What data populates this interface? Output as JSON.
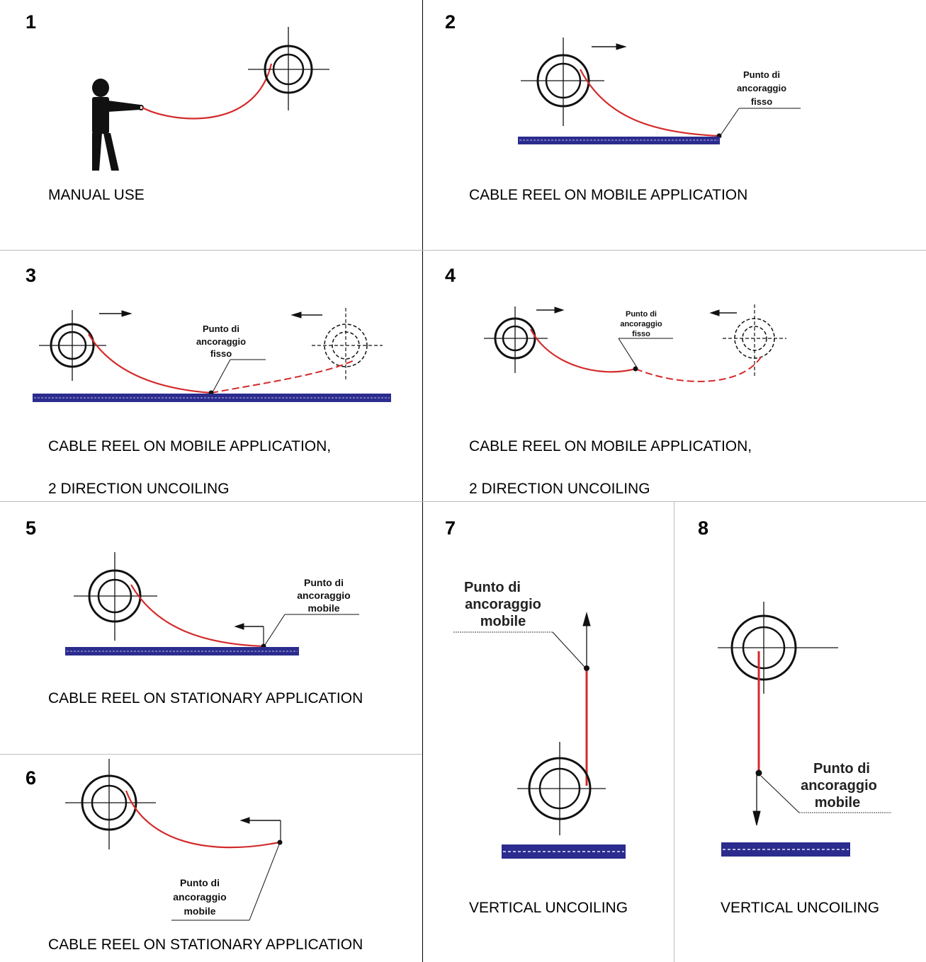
{
  "cells": [
    {
      "number": "1",
      "caption": "MANUAL USE"
    },
    {
      "number": "2",
      "caption": "CABLE REEL ON MOBILE APPLICATION",
      "anchor_label": [
        "Punto di",
        "ancoraggio",
        "fisso"
      ]
    },
    {
      "number": "3",
      "caption_line1": "CABLE REEL ON MOBILE APPLICATION,",
      "caption_line2": "2 DIRECTION UNCOILING",
      "anchor_label": [
        "Punto di",
        "ancoraggio",
        "fisso"
      ]
    },
    {
      "number": "4",
      "caption_line1": "CABLE REEL ON MOBILE APPLICATION,",
      "caption_line2": "2 DIRECTION UNCOILING",
      "anchor_label": [
        "Punto di",
        "ancoraggio",
        "fisso"
      ]
    },
    {
      "number": "5",
      "caption": "CABLE REEL ON STATIONARY APPLICATION",
      "anchor_label": [
        "Punto di",
        "ancoraggio",
        "mobile"
      ]
    },
    {
      "number": "6",
      "caption": "CABLE REEL ON STATIONARY APPLICATION",
      "anchor_label": [
        "Punto di",
        "ancoraggio",
        "mobile"
      ]
    },
    {
      "number": "7",
      "caption": "VERTICAL UNCOILING",
      "anchor_label": [
        "Punto di",
        "ancoraggio",
        "mobile"
      ]
    },
    {
      "number": "8",
      "caption": "VERTICAL UNCOILING",
      "anchor_label": [
        "Punto di",
        "ancoraggio",
        "mobile"
      ]
    }
  ],
  "colors": {
    "cable": "#d42a2a",
    "rail": "#2b2c8e",
    "grid_line": "#bdbdbd",
    "ink": "#111111"
  }
}
